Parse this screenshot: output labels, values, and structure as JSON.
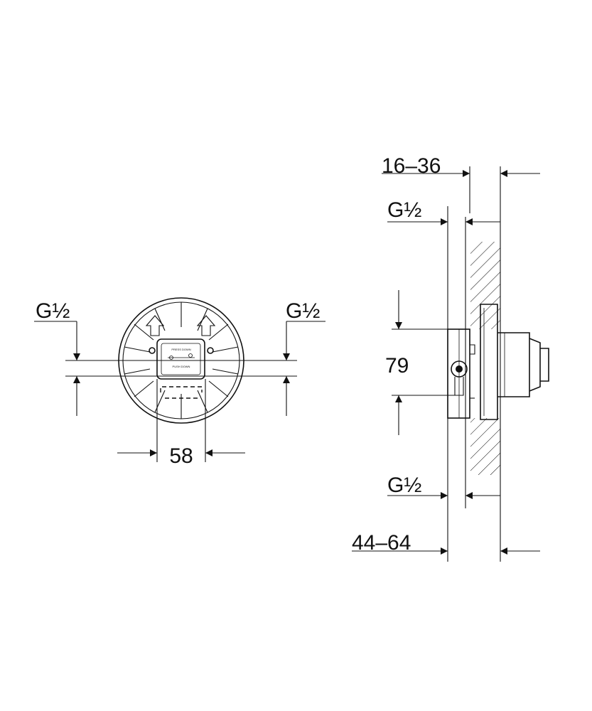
{
  "front_view": {
    "label_left": "G½",
    "label_right": "G½",
    "label_width": "58",
    "plate_text_top": "PRESS DOWN",
    "plate_text_bottom": "PUSH DOWN"
  },
  "side_view": {
    "label_wall_range": "16–36",
    "label_top_thread": "G½",
    "label_height": "79",
    "label_bottom_thread": "G½",
    "label_depth_range": "44–64"
  },
  "colors": {
    "line": "#111111",
    "background": "#ffffff"
  }
}
